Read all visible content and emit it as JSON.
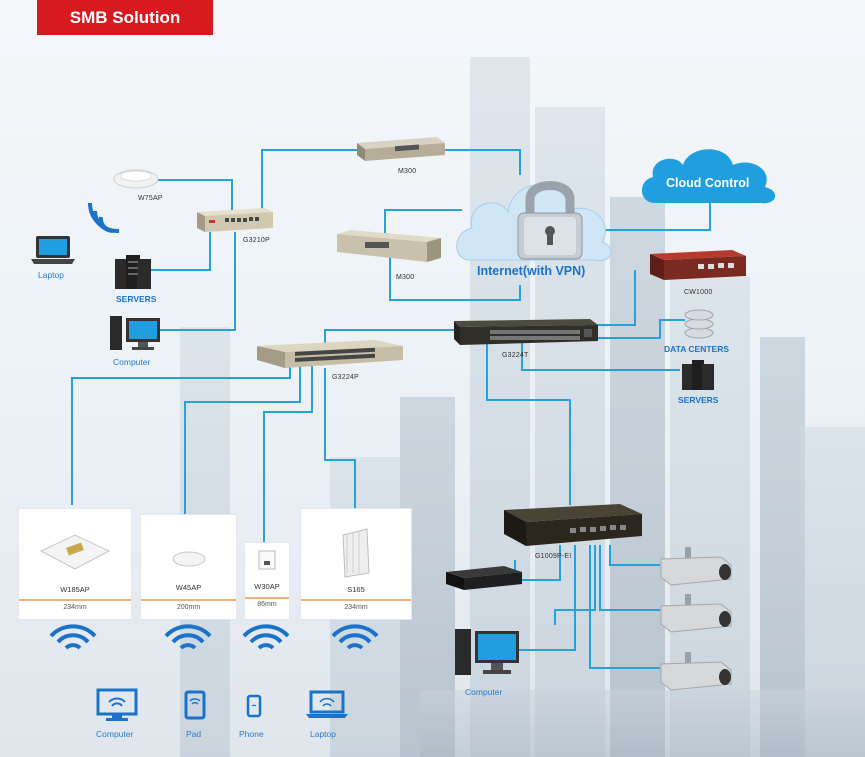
{
  "title": "SMB Solution",
  "colors": {
    "title_bg": "#d71920",
    "wire": "#22a3dc",
    "label_blue": "#2a7cc9",
    "cloud": "#1f9ee0"
  },
  "cloud_control": "Cloud Control",
  "internet": "Internet(with VPN)",
  "devices": {
    "w75ap": "W75AP",
    "g3210p": "G3210P",
    "m300_top": "M300",
    "m300_bottom": "M300",
    "cw1000": "CW1000",
    "g3224t": "G3224T",
    "g3224p": "G3224P",
    "g1009p": "G1009P-EI",
    "laptop": "Laptop",
    "servers_left": "SERVERS",
    "computer_left": "Computer",
    "data_centers": "DATA CENTERS",
    "servers_right": "SERVERS",
    "computer_right": "Computer"
  },
  "aps": [
    {
      "name": "W185AP",
      "size": "234mm"
    },
    {
      "name": "W45AP",
      "size": "200mm"
    },
    {
      "name": "W30AP",
      "size": "86mm"
    },
    {
      "name": "S165",
      "size": "234mm"
    }
  ],
  "clients": [
    "Computer",
    "Pad",
    "Phone",
    "Laptop"
  ]
}
